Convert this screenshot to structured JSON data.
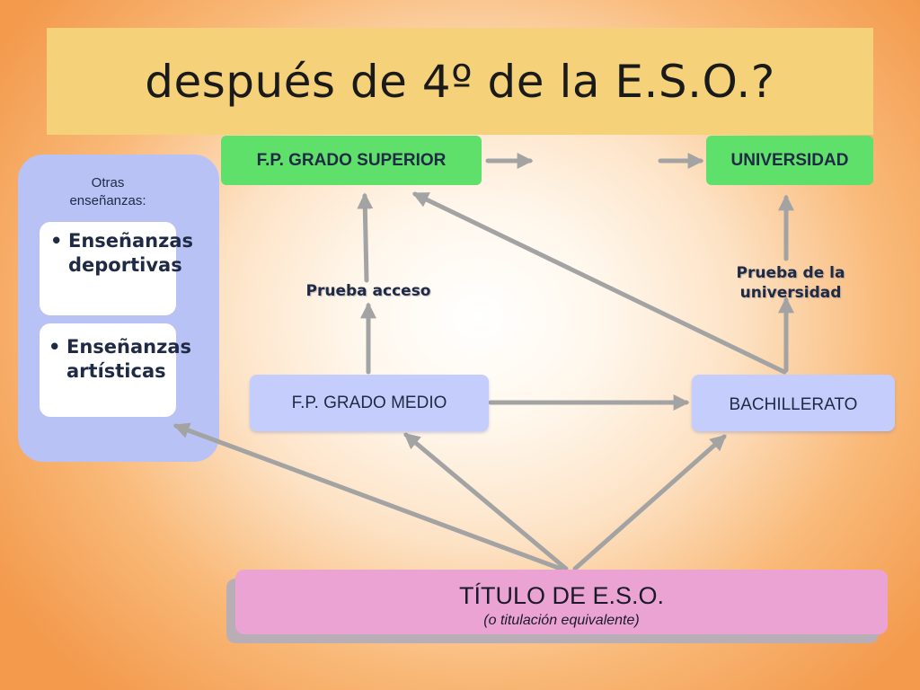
{
  "title": "después de 4º de la E.S.O.?",
  "nodes": {
    "fp_superior": "F.P. GRADO SUPERIOR",
    "universidad": "UNIVERSIDAD",
    "fp_medio": "F.P. GRADO MEDIO",
    "bachillerato": "BACHILLERATO"
  },
  "labels": {
    "prueba_acceso": "Prueba acceso",
    "prueba_universidad_1": "Prueba de la",
    "prueba_universidad_2": "universidad"
  },
  "otras": {
    "caption_1": "Otras",
    "caption_2": "enseñanzas:",
    "bullet": "•",
    "deportivas_1": "Enseñanzas",
    "deportivas_2": "deportivas",
    "artisticas_1": "Enseñanzas",
    "artisticas_2": "artísticas"
  },
  "eso": {
    "title": "TÍTULO DE E.S.O.",
    "subtitle": "(o titulación equivalente)"
  },
  "colors": {
    "title_band": "#f5d27a",
    "green": "#5fe06a",
    "blue": "#c4cdfb",
    "panel": "#b8c2f5",
    "pink": "#eba3d3",
    "arrow": "#a3a3a3"
  }
}
